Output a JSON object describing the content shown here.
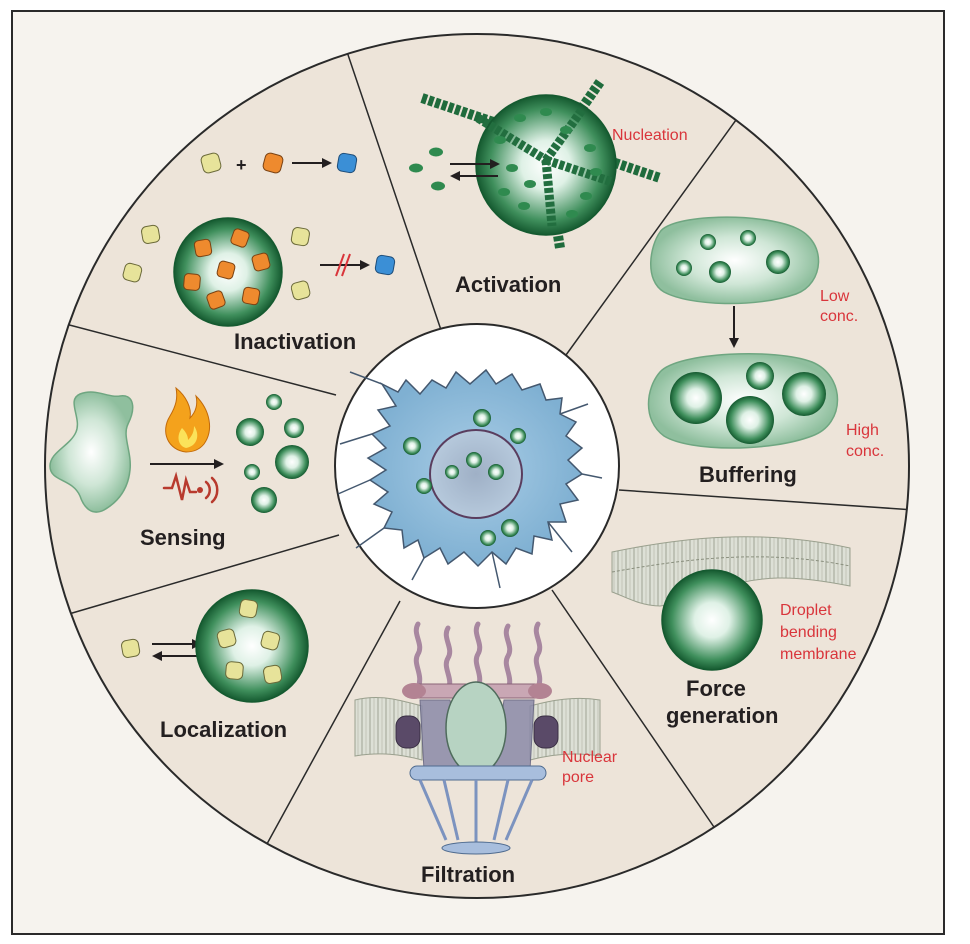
{
  "panels": {
    "activation": {
      "label": "Activation",
      "annotation": "Nucleation"
    },
    "inactivation": {
      "label": "Inactivation",
      "plus": "+"
    },
    "buffering": {
      "label": "Buffering",
      "low_line1": "Low",
      "low_line2": "conc.",
      "high_line1": "High",
      "high_line2": "conc."
    },
    "sensing": {
      "label": "Sensing"
    },
    "localization": {
      "label": "Localization"
    },
    "filtration": {
      "label": "Filtration",
      "annotation_line1": "Nuclear",
      "annotation_line2": "pore"
    },
    "force": {
      "label_line1": "Force",
      "label_line2": "generation",
      "annotation_line1": "Droplet",
      "annotation_line2": "bending",
      "annotation_line3": "membrane"
    }
  },
  "icons": [
    "flame-icon",
    "vibration-signal-icon",
    "arrow-icon",
    "blocked-arrow-icon"
  ],
  "colors": {
    "panel_bg": "#ede4d9",
    "outer_bg": "#f6f3ee",
    "droplet_dark": "#1f6b3c",
    "droplet_light": "#e9f6ee",
    "cell_blue": "#8fbad8",
    "client_yellow": "#e7e39a",
    "client_orange": "#ee8a2e",
    "product_blue": "#3b8fd6",
    "annotation_red": "#d9353b"
  }
}
